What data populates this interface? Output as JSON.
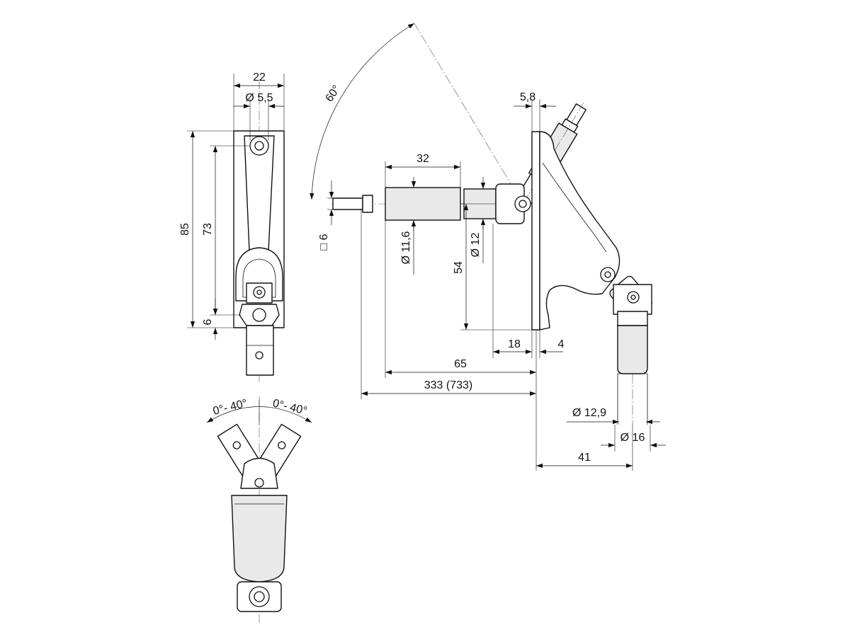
{
  "drawing": {
    "dimensions": {
      "width_22": "22",
      "hole_dia_5_5": "Ø 5,5",
      "height_85": "85",
      "height_73": "73",
      "height_6": "6",
      "swivel_left": "0°- 40°",
      "swivel_right": "0°- 40°",
      "angle_60": "60°",
      "plate_5_8": "5,8",
      "sleeve_32": "32",
      "square_6": "□ 6",
      "dia_11_6": "Ø 11,6",
      "dia_12": "Ø 12",
      "height_54": "54",
      "len_18": "18",
      "len_4": "4",
      "len_65": "65",
      "len_333": "333 (733)",
      "dia_12_9": "Ø 12,9",
      "dia_16": "Ø 16",
      "len_41": "41"
    }
  }
}
